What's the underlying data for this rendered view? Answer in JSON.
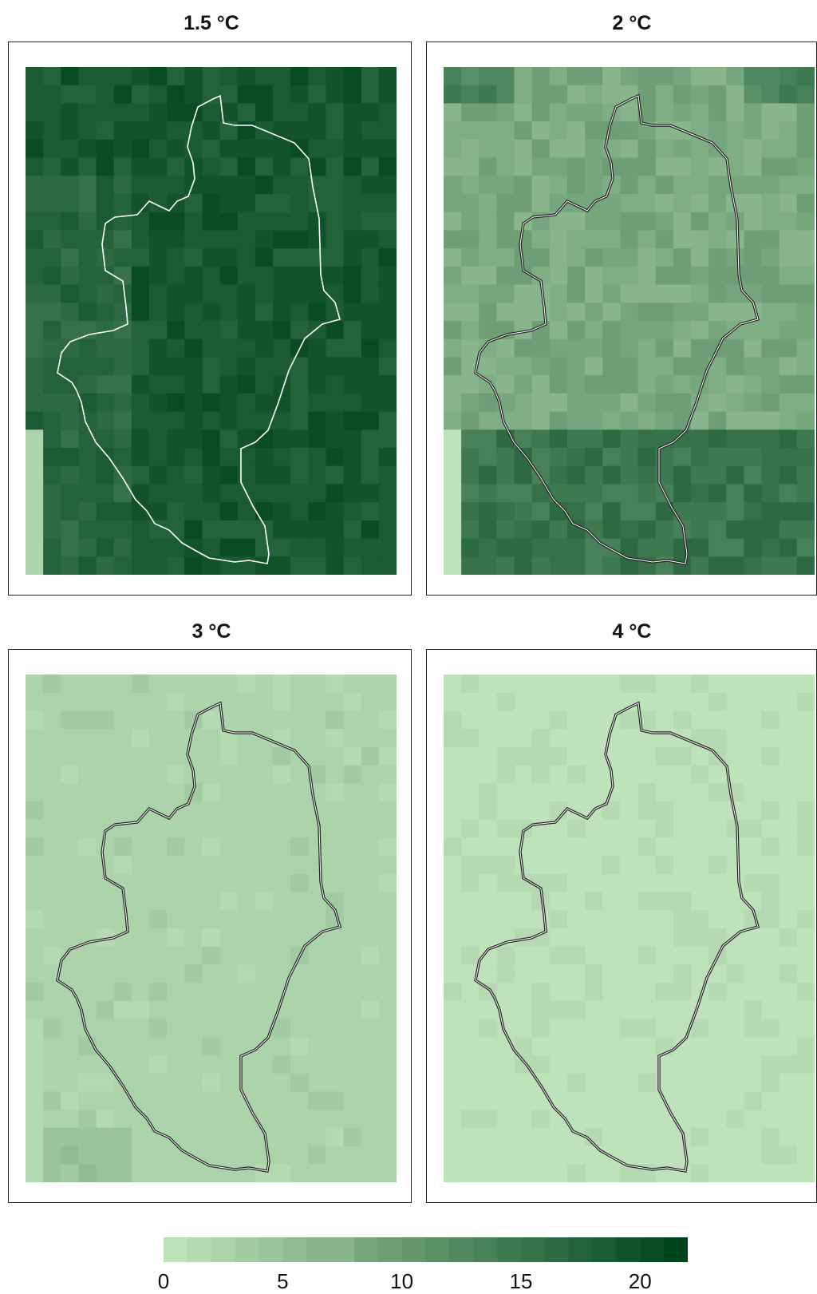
{
  "panels": [
    {
      "title": "1.5 °C",
      "level": 19.5,
      "left_band": 3,
      "variation": "dark",
      "outline": "#ffffff"
    },
    {
      "title": "2 °C",
      "level": 8.5,
      "left_band": 1,
      "variation": "mixed",
      "lower_level": 15.5,
      "outline": "#222222"
    },
    {
      "title": "3 °C",
      "level": 3.0,
      "left_band": 1.5,
      "variation": "light",
      "outline": "#222222"
    },
    {
      "title": "4 °C",
      "level": 1.2,
      "left_band": 0.6,
      "variation": "lightest",
      "outline": "#222222"
    }
  ],
  "colorbar": {
    "min": 0,
    "max": 22,
    "steps": 22,
    "ticks": [
      "0",
      "5",
      "10",
      "15",
      "20"
    ],
    "tick_values": [
      0,
      5,
      10,
      15,
      20
    ],
    "low_color": "#c7e9c0",
    "high_color": "#00441b"
  }
}
